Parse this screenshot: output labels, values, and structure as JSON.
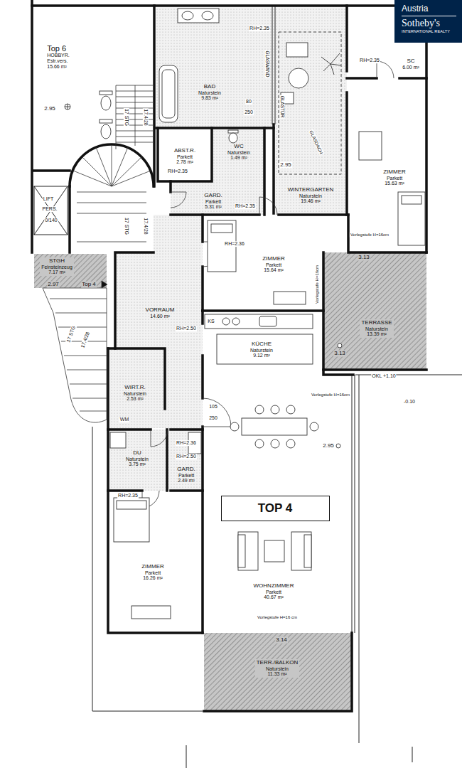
{
  "diagram": {
    "nodes": [
      {
        "text": [
          "Austria",
          "Sotheby's",
          "INTERNATIONAL REALTY"
        ]
      },
      {
        "text": [
          "Top 6",
          "HOBBYR.",
          "Estr.vers.",
          "15.66 m²"
        ]
      },
      {
        "text": [
          "BAD",
          "Naturstein",
          "9.83 m²"
        ]
      },
      {
        "text": [
          "SC",
          "6.00 m²"
        ]
      },
      {
        "text": [
          "ABST.R.",
          "Parkett",
          "2.78 m²"
        ]
      },
      {
        "text": [
          "WC",
          "Naturstein",
          "1.49 m²"
        ]
      },
      {
        "text": [
          "ZIMMER",
          "Parkett",
          "15.63 m²"
        ]
      },
      {
        "text": [
          "WINTERGARTEN",
          "Naturstein",
          "19.46 m²"
        ]
      },
      {
        "text": [
          "GARD.",
          "Parkett",
          "5.31 m²"
        ]
      },
      {
        "text": [
          "ZIMMER",
          "Parkett",
          "15.64 m²"
        ]
      },
      {
        "text": [
          "STGH",
          "Feinsteinzeug",
          "7.17 m²"
        ]
      },
      {
        "text": [
          "VORRAUM",
          "14.60 m²"
        ]
      },
      {
        "text": [
          "TERRASSE",
          "Naturstein",
          "13.39 m²"
        ]
      },
      {
        "text": [
          "KÜCHE",
          "Naturstein",
          "9.12 m²"
        ]
      },
      {
        "text": [
          "WIRT.R.",
          "Naturstein",
          "2.53 m²"
        ]
      },
      {
        "text": [
          "DU",
          "Naturstein",
          "3.75 m²"
        ]
      },
      {
        "text": [
          "GARD.",
          "Parkett",
          "2.49 m²"
        ]
      },
      {
        "text": [
          "TOP 4"
        ]
      },
      {
        "text": [
          "ZIMMER",
          "Parkett",
          "16.26 m²"
        ]
      },
      {
        "text": [
          "WOHNZIMMER",
          "Parkett",
          "40.67 m²"
        ]
      },
      {
        "text": [
          "TERR./BALKON",
          "Naturstein",
          "11.33 m²"
        ]
      }
    ],
    "labels": [
      "2.95",
      "RH=2.35",
      "80",
      "250",
      "GLASWAND",
      "GLASTÜR",
      "GLASDACH",
      "2.95",
      "RH=2.35",
      "17 STG",
      "17.4/28",
      "RH=2.35",
      "RH=2.35",
      "17 STG",
      "17.4/28",
      "LIFT",
      "PERS.",
      "0/140",
      "2.97",
      "Top 4",
      "17 STG",
      "17.4/28",
      "Vorlegstufe H=16cm",
      "3.13",
      "RH=2.36",
      "Vorlegstufe H=16cm",
      "RH=2.50",
      "KS",
      "3.13",
      "OKL +1.10",
      "-0.10",
      "Vorlegstufe H=16cm",
      "WM",
      "105",
      "250",
      "2.95",
      "RH=2.36",
      "RH=2.50",
      "RH=2.35",
      "Vorlegstufe H=16 cm",
      "3.14"
    ]
  }
}
